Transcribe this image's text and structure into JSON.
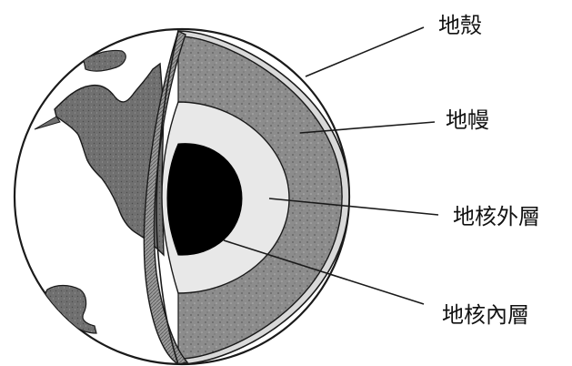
{
  "labels": {
    "crust": "地殼",
    "mantle": "地幔",
    "outer_core": "地核外層",
    "inner_core": "地核內層"
  },
  "colors": {
    "line": "#1a1a1a",
    "mantle_fill": "#8c8c8c",
    "outer_core_fill": "#e6e6e6",
    "inner_core_fill": "#000000",
    "land_fill": "#6f6f6f",
    "ocean_fill": "#ffffff"
  }
}
